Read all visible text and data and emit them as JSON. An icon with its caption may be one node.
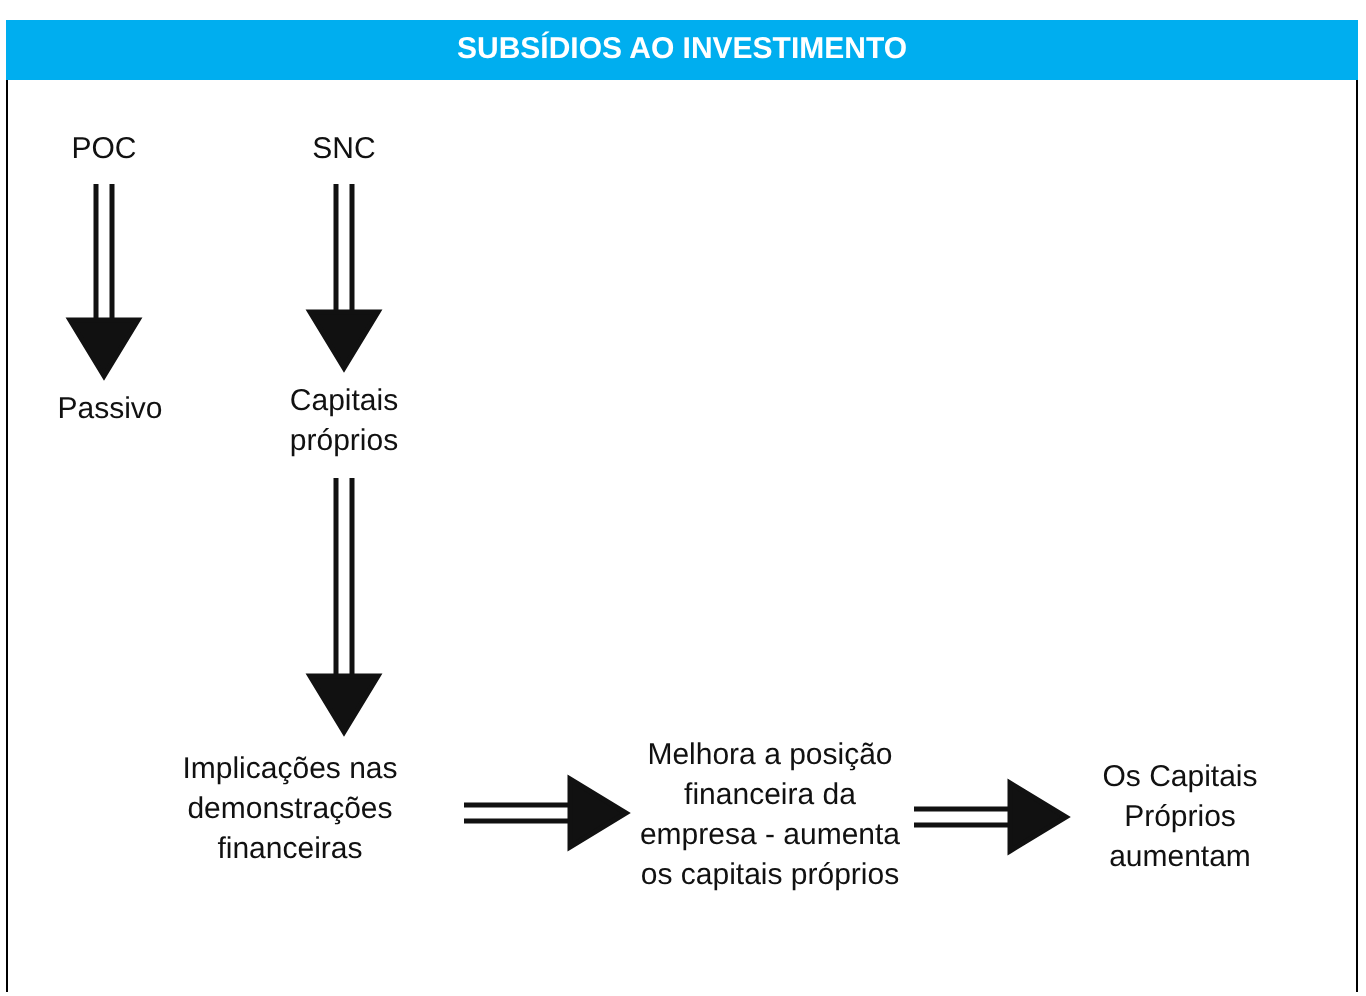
{
  "diagram": {
    "title": "SUBSÍDIOS AO INVESTIMENTO",
    "nodes": [
      {
        "text": [
          "POC"
        ]
      },
      {
        "text": [
          "Passivo"
        ]
      },
      {
        "text": [
          "SNC"
        ]
      },
      {
        "text": [
          "Capitais próprios"
        ]
      },
      {
        "text": [
          "Implicações nas demonstrações financeiras"
        ]
      },
      {
        "text": [
          "Melhora a posição financeira da empresa - aumenta os capitais próprios"
        ]
      },
      {
        "text": [
          "Os Capitais Próprios aumentam"
        ]
      }
    ],
    "edges": [
      {
        "from": 0,
        "to": 1,
        "arrow": "to"
      },
      {
        "from": 2,
        "to": 3,
        "arrow": "to"
      },
      {
        "from": 3,
        "to": 4,
        "arrow": "to"
      },
      {
        "from": 4,
        "to": 5,
        "arrow": "to"
      },
      {
        "from": 5,
        "to": 6,
        "arrow": "to"
      }
    ]
  }
}
